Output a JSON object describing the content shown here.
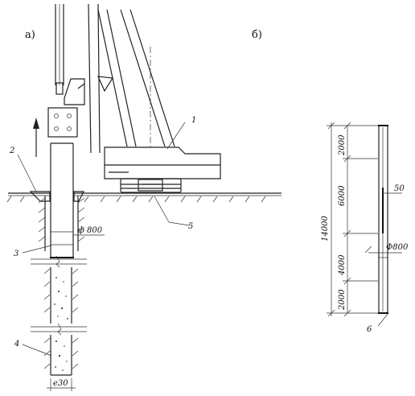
{
  "labels": {
    "panel_a": "а)",
    "panel_b": "б)",
    "callout_1": "1",
    "callout_2": "2",
    "callout_3": "3",
    "callout_4": "4",
    "callout_5": "5",
    "callout_6": "6"
  },
  "dimensions_a": {
    "pipe_diameter": "ф 800",
    "bottom_width": "е30"
  },
  "dimensions_b": {
    "total_length": "14000",
    "seg_top": "2000",
    "seg_upper": "6000",
    "seg_lower": "4000",
    "seg_bottom": "2000",
    "wall": "50",
    "diameter": "Ф800"
  }
}
